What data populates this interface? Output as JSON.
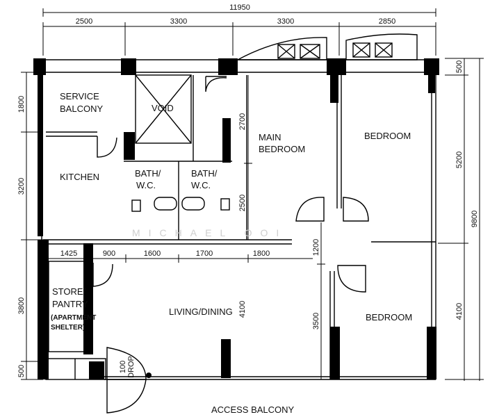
{
  "plan": {
    "overall_top": "11950",
    "overall_right": "9800",
    "top_dims": [
      "2500",
      "3300",
      "3300",
      "2850"
    ],
    "right_dims": [
      "500",
      "5200",
      "4100"
    ],
    "left_dims": [
      "1800",
      "3200",
      "3800",
      "500"
    ],
    "interior_dims_row": [
      "1425",
      "900",
      "1600",
      "1700",
      "1800"
    ],
    "interior_vertical": [
      "2700",
      "2500",
      "4100",
      "1200",
      "3500",
      "100"
    ],
    "drop_label": "DROP"
  },
  "rooms": {
    "service_balcony_1": "SERVICE",
    "service_balcony_2": "BALCONY",
    "void": "VOID",
    "main_bedroom_1": "MAIN",
    "main_bedroom_2": "BEDROOM",
    "bedroom_top": "BEDROOM",
    "kitchen": "KITCHEN",
    "bath1_1": "BATH/",
    "bath1_2": "W.C.",
    "bath2_1": "BATH/",
    "bath2_2": "W.C.",
    "store_1": "STORE/",
    "store_2": "PANTRY",
    "store_3": "(APARTMENT",
    "store_4": "SHELTER)",
    "living": "LIVING/DINING",
    "bedroom_bottom": "BEDROOM",
    "access_balcony": "ACCESS BALCONY"
  },
  "watermark": "MICHAEL OOI"
}
